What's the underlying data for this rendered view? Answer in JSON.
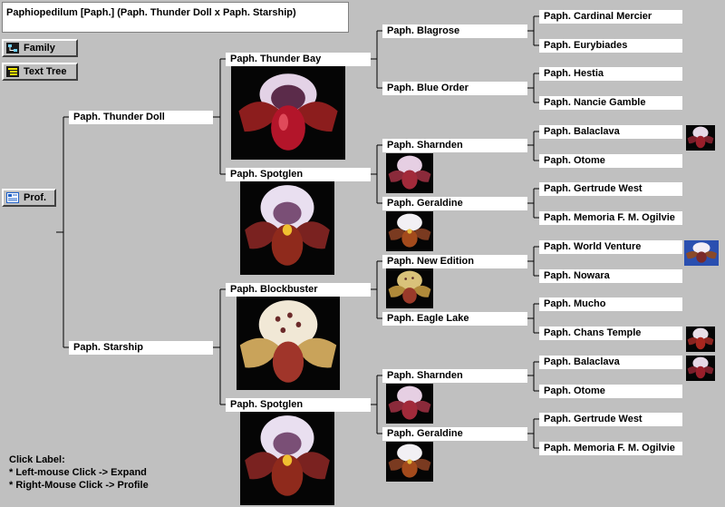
{
  "header": {
    "title": "Paphiopedilum [Paph.]  (Paph. Thunder Doll x Paph. Starship)"
  },
  "buttons": {
    "family": "Family",
    "text_tree": "Text Tree",
    "profile": "Prof."
  },
  "tree": {
    "gen1": [
      "Paph. Thunder Doll",
      "Paph. Starship"
    ],
    "gen2": [
      "Paph. Thunder Bay",
      "Paph. Spotglen",
      "Paph. Blockbuster",
      "Paph. Spotglen"
    ],
    "gen3": [
      "Paph. Blagrose",
      "Paph. Blue Order",
      "Paph. Sharnden",
      "Paph. Geraldine",
      "Paph. New Edition",
      "Paph. Eagle Lake",
      "Paph. Sharnden",
      "Paph. Geraldine"
    ],
    "gen4": [
      "Paph. Cardinal Mercier",
      "Paph. Eurybiades",
      "Paph. Hestia",
      "Paph. Nancie Gamble",
      "Paph. Balaclava",
      "Paph. Otome",
      "Paph. Gertrude West",
      "Paph. Memoria F. M. Ogilvie",
      "Paph. World Venture",
      "Paph. Nowara",
      "Paph. Mucho",
      "Paph. Chans Temple",
      "Paph. Balaclava",
      "Paph. Otome",
      "Paph. Gertrude West",
      "Paph. Memoria F. M. Ogilvie"
    ]
  },
  "legend": {
    "heading": "Click Label:",
    "line1": "* Left-mouse Click -> Expand",
    "line2": "* Right-Mouse Click -> Profile"
  },
  "icons": {
    "family": "family-tree-icon",
    "text_tree": "text-tree-icon",
    "profile": "profile-card-icon",
    "photos": "orchid-flower-photo"
  },
  "colors": {
    "background": "#c0c0c0",
    "label_bg": "#ffffff",
    "connector": "#000000",
    "photo_bg": "#050505",
    "blue_photo_bg": "#2a4fb0"
  }
}
